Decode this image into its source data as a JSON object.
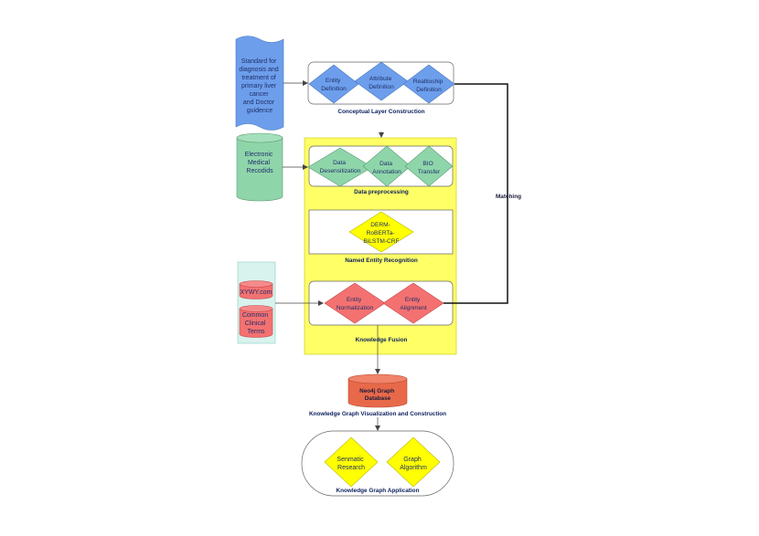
{
  "sources": {
    "standard": [
      "Standard for",
      "diagnosis and",
      "treatment of",
      "primary liver",
      "cancer",
      "and Doctor",
      "guidence"
    ],
    "emr": [
      "Electronic",
      "Medical",
      "Recodids"
    ],
    "xywy": "XYWY.com",
    "clinical_terms": [
      "Common",
      "Clinical",
      "Terms"
    ]
  },
  "conceptual_layer": {
    "caption": "Conceptual Layer Construction",
    "entity_definition": [
      "Entity",
      "Definition"
    ],
    "attribute_definition": [
      "Attribute",
      "Definition"
    ],
    "relationship_definition": [
      "Realtioship",
      "Definition"
    ]
  },
  "data_preprocessing": {
    "caption": "Data preprocessing",
    "desensitization": [
      "Data",
      "Desensitization"
    ],
    "annotation": [
      "Data",
      "Annotation"
    ],
    "bio_transfer": [
      "BIO",
      "Transfer"
    ]
  },
  "ner": {
    "caption": "Named Entity Recognition",
    "model": [
      "DERM-",
      "RoBERTa-",
      "BiLSTM-CRF"
    ]
  },
  "fusion": {
    "caption": "Knowledge Fusion",
    "normalization": [
      "Entity",
      "Normalization"
    ],
    "alignment": [
      "Entity",
      "Alignment"
    ]
  },
  "matching_label": "Matching",
  "neo4j": {
    "label": [
      "Neo4j Graph",
      "Database"
    ],
    "caption": "Knowledge Graph Visualization and Construction"
  },
  "application": {
    "caption": "Knowledge Graph Application",
    "semantic_research": [
      "Senmatic",
      "Research"
    ],
    "graph_algorithm": [
      "Graph",
      "Algorithm"
    ]
  },
  "colors": {
    "blue": "#6d9eeb",
    "green": "#8fd5aa",
    "cyan_panel": "#d8f3ee",
    "red": "#f47171",
    "yellow": "#ffff66",
    "yellow_diamond": "#ffff00",
    "neo4j": "#e8694a",
    "caption": "#0b1f5c"
  }
}
